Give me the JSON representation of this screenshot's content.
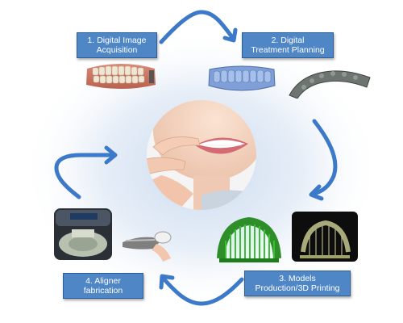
{
  "colors": {
    "step_box": "#4f86c6",
    "step_border": "#2f5f99",
    "arrow": "#3d79c9",
    "glow": "#c9d9ef"
  },
  "steps": [
    {
      "line1": "1. Digital Image",
      "line2": "Acquisition"
    },
    {
      "line1": "2. Digital",
      "line2": "Treatment Planning"
    },
    {
      "line1": "3. Models",
      "line2": "Production/3D Printing"
    },
    {
      "line1": "4. Aligner",
      "line2": "fabrication"
    }
  ],
  "images": {
    "center": "smiling-woman-inserting-aligner",
    "step1": "intraoral-scan-teeth-model",
    "step2a": "blue-digital-aligner-model",
    "step2b": "gray-digital-aligner-model",
    "step3a": "green-3d-printed-arch-with-supports",
    "step3b": "3d-printed-model-on-black-background",
    "step4a": "aligner-thermoforming-machine",
    "step4b": "hand-holding-clear-aligner"
  },
  "arrows": [
    "arrow-1-to-2",
    "arrow-2-to-3",
    "arrow-3-to-4",
    "arrow-4-to-1"
  ]
}
